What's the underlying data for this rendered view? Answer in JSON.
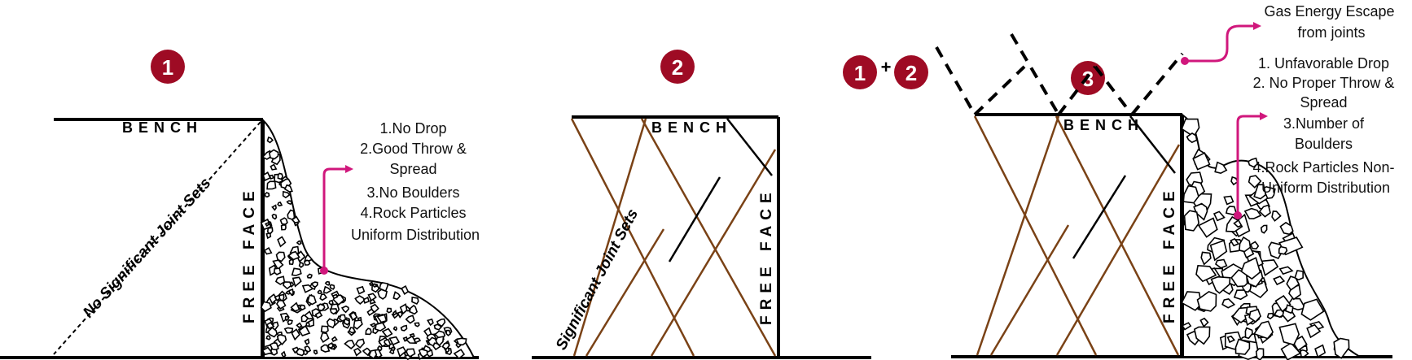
{
  "colors": {
    "badge": "#9e0b24",
    "joint": "#7a4216",
    "arrow": "#d0177c",
    "line": "#000000"
  },
  "panel1": {
    "badge": "1",
    "bench_label": "BENCH",
    "free_face_label": "FREE FACE",
    "joint_label": "No Significant Joint Sets",
    "notes": [
      "1.No Drop",
      "2.Good Throw &",
      "Spread",
      "3.No Boulders",
      "4.Rock Particles",
      "Uniform Distribution"
    ]
  },
  "panel2": {
    "badge": "2",
    "bench_label": "BENCH",
    "free_face_label": "FREE FACE",
    "joint_label": "Significant Joint Sets"
  },
  "panel3": {
    "badge_a": "1",
    "plus": "+",
    "badge_b": "2",
    "badge": "3",
    "bench_label": "BENCH",
    "free_face_label": "FREE FACE",
    "gas_notes": [
      "Gas Energy Escape",
      "from joints"
    ],
    "notes": [
      "1. Unfavorable Drop",
      "2. No Proper Throw &",
      "Spread",
      "3.Number of",
      "Boulders",
      "4.Rock Particles Non-",
      "Uniform Distribution"
    ]
  }
}
